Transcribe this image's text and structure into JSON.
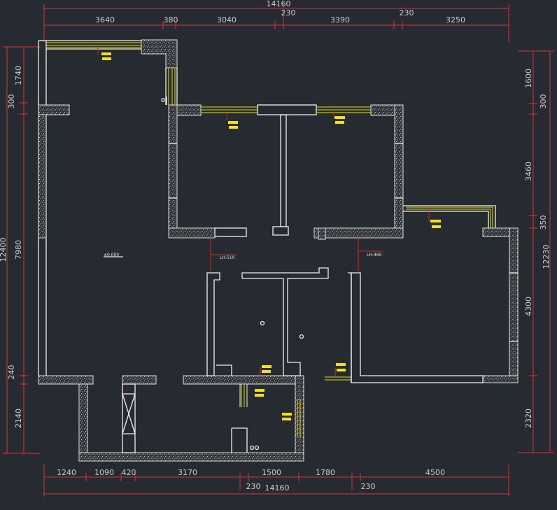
{
  "dimensions": {
    "top_total": "14160",
    "top_segments": [
      "3640",
      "380",
      "3040",
      "230",
      "3390",
      "230",
      "3250"
    ],
    "bottom_segments": [
      "1240",
      "1090",
      "420",
      "3170",
      "1500",
      "1780",
      "4500"
    ],
    "bottom_230_left": "230",
    "bottom_230_right": "230",
    "bottom_total": "14160",
    "left_outer": "12400",
    "left_segments": [
      "1740",
      "300",
      "7980",
      "240",
      "2140"
    ],
    "right_outer": "12230",
    "right_segments": [
      "1600",
      "300",
      "3460",
      "350",
      "4300",
      "2320"
    ]
  },
  "annotations": {
    "area_label": "±0.000",
    "door_label_1": "LH:510",
    "door_label_2": "LH:460"
  },
  "colors": {
    "background": "#262b31",
    "dimension": "#e03030",
    "wall": "#eeeeee",
    "window": "#e8e000",
    "tag": "#f5e400"
  }
}
